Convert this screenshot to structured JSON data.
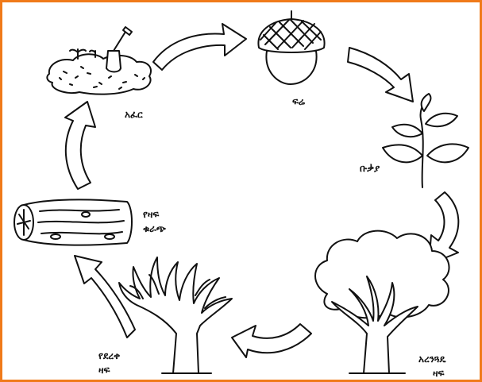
{
  "frame_color": "#f07a1a",
  "stages": [
    {
      "id": "soil",
      "icon": "soil-shovel-icon",
      "label": "አፈር"
    },
    {
      "id": "acorn",
      "icon": "acorn-icon",
      "label": "ፍሬ"
    },
    {
      "id": "seedling",
      "icon": "seedling-icon",
      "label": "ቡቃያ"
    },
    {
      "id": "green-tree",
      "icon": "leafy-tree-icon",
      "label_line1": "አረንጓዴ",
      "label_line2": "ዛፍ"
    },
    {
      "id": "dry-tree",
      "icon": "bare-tree-icon",
      "label_line1": "የደረቀ",
      "label_line2": "ዛፍ"
    },
    {
      "id": "log",
      "icon": "log-icon",
      "label_line1": "የዛፍ",
      "label_line2": "ቁራጭ"
    }
  ]
}
